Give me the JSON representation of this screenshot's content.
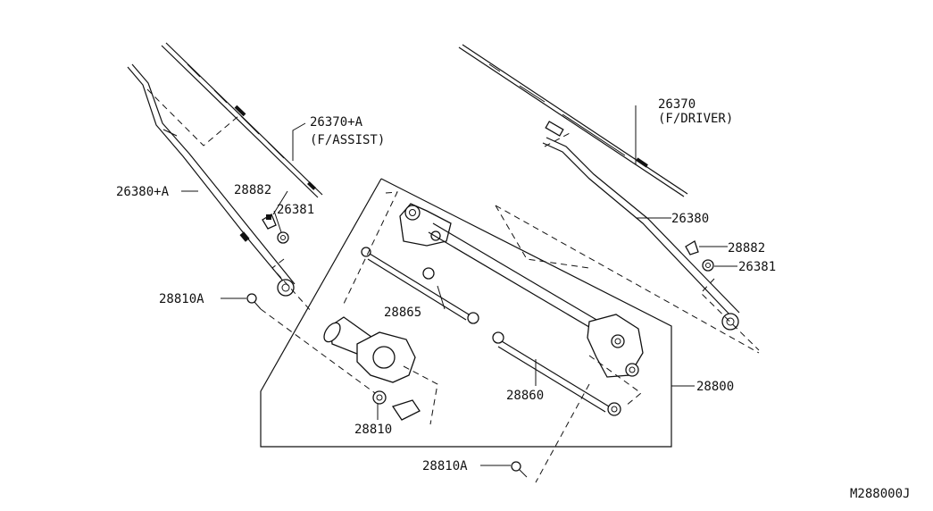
{
  "callouts": {
    "blade_assist": "26370+A",
    "blade_assist_note": "(F/ASSIST)",
    "blade_driver": "26370",
    "blade_driver_note": "(F/DRIVER)",
    "arm_assist": "26380+A",
    "arm_driver": "26380",
    "cap_left": "28882",
    "nut_left": "26381",
    "cap_right": "28882",
    "nut_right": "26381",
    "bolt_left": "28810A",
    "linkage_rod_upper": "28865",
    "motor": "28810",
    "linkage_rod_lower": "28860",
    "assembly": "28800",
    "bolt_bottom": "28810A"
  },
  "diagram_code": "M288000J"
}
